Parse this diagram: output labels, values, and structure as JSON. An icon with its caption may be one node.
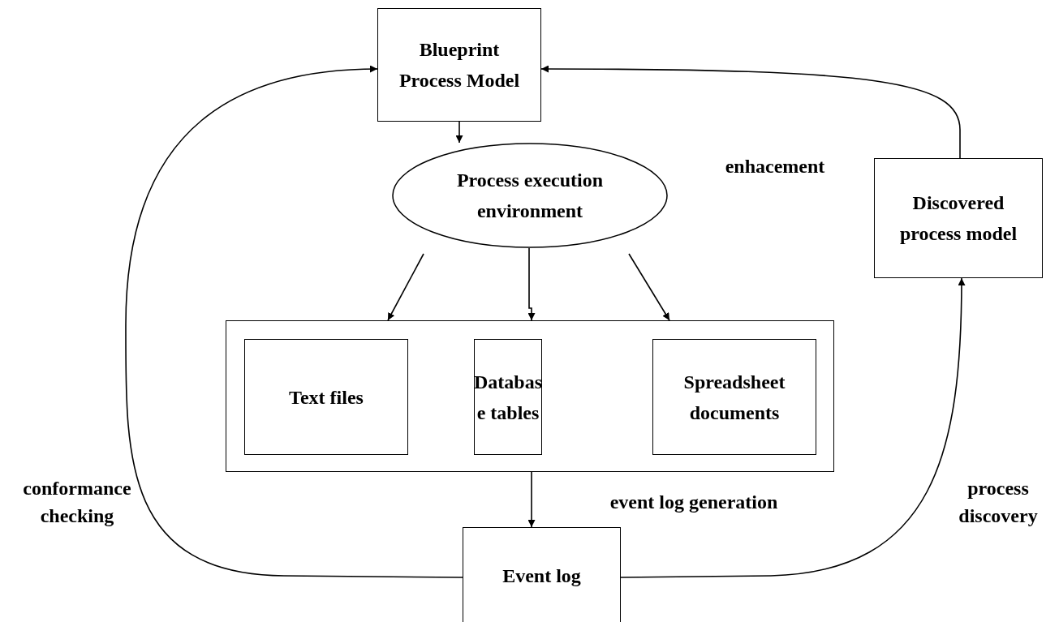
{
  "diagram": {
    "nodes": [
      {
        "text": [
          "Blueprint Process Model"
        ]
      },
      {
        "text": [
          "Process execution environment"
        ]
      },
      {
        "text": [],
        "shape": "box"
      },
      {
        "text": [
          "Text files"
        ],
        "in": 2
      },
      {
        "text": [
          "Databas e tables"
        ],
        "in": 2
      },
      {
        "text": [
          "Spreadsheet documents"
        ],
        "in": 2
      },
      {
        "text": [
          "Event log"
        ]
      },
      {
        "text": [
          "Discovered process model"
        ]
      }
    ],
    "edges": [
      {
        "from": 0,
        "to": 1,
        "arrow": "to"
      },
      {
        "from": 1,
        "to": 2,
        "arrow": "to"
      },
      {
        "from": 1,
        "to": 2,
        "arrow": "to"
      },
      {
        "from": 1,
        "to": 2,
        "arrow": "to"
      },
      {
        "from": 2,
        "to": 6,
        "arrow": "to",
        "label": "event log generation"
      },
      {
        "from": 6,
        "to": 0,
        "arrow": "to",
        "label": "conformance checking"
      },
      {
        "from": 6,
        "to": 7,
        "arrow": "to",
        "label": "process discovery"
      },
      {
        "from": 7,
        "to": 0,
        "arrow": "to",
        "label": "enhacement"
      }
    ]
  }
}
